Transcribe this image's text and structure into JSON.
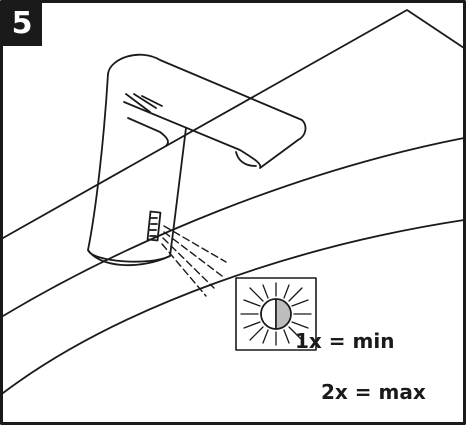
{
  "step": {
    "number": "5"
  },
  "sensor_instructions": {
    "press_once": "1x = min",
    "press_twice": "2x = max"
  },
  "colors": {
    "ink": "#1a1a1a",
    "background": "#ffffff",
    "indicator_shade": "#bdbdbd"
  },
  "icons": {
    "faucet": "sensor-faucet-icon",
    "indicator": "brightness-indicator-icon"
  }
}
